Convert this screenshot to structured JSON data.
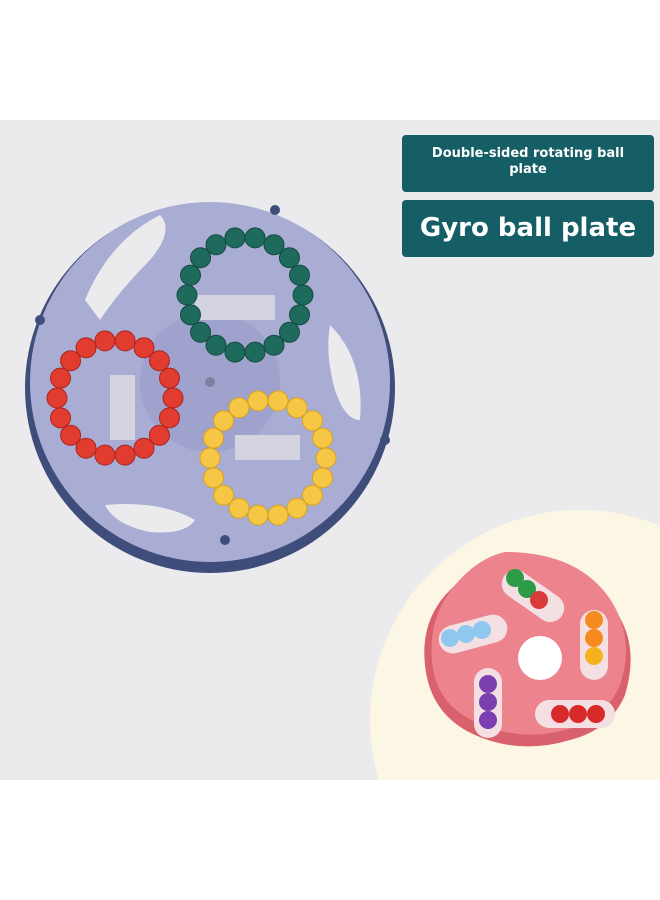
{
  "labels": {
    "subtitle": "Double-sided rotating ball plate",
    "title": "Gyro ball plate"
  },
  "colors": {
    "label_bg": "#155e65",
    "background": "#ebebed",
    "blue_plate": "#a9acd3",
    "pink_plate": "#ea7f8a",
    "ball_red": "#e23b30",
    "ball_green": "#1e6b5d",
    "ball_yellow": "#f6c744"
  },
  "products": [
    {
      "name": "blue-ball-plate",
      "ring_colors": [
        "green",
        "red",
        "yellow"
      ]
    },
    {
      "name": "pink-ball-plate",
      "track_colors": [
        "green",
        "orange",
        "light-blue",
        "purple",
        "red"
      ]
    }
  ]
}
